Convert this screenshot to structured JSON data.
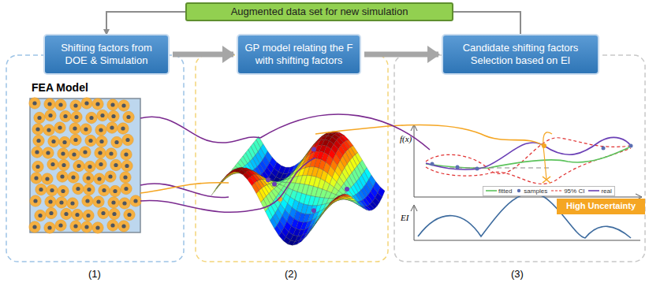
{
  "diagram": {
    "nodes": [
      {
        "text": [
          "Augmented data set for new simulation"
        ]
      },
      {
        "text": [
          "Shifting factors from DOE & Simulation"
        ]
      },
      {
        "text": [
          "GP model relating the F with shifting factors"
        ]
      },
      {
        "text": [
          "Candidate shifting factors Selection based on EI"
        ]
      },
      {
        "text": [
          "High Uncertainty"
        ]
      }
    ],
    "edges": [
      {
        "from": 3,
        "to": 0,
        "arrow": "none"
      },
      {
        "from": 0,
        "to": 1,
        "arrow": "to"
      },
      {
        "from": 1,
        "to": 2,
        "arrow": "to"
      },
      {
        "from": 2,
        "to": 3,
        "arrow": "to"
      }
    ],
    "labels": [
      "FEA Model",
      "f(x)",
      "EI",
      "(1)",
      "(2)",
      "(3)"
    ],
    "legend": [
      {
        "text": "fitted"
      },
      {
        "text": "samples"
      },
      {
        "text": "95% CI"
      },
      {
        "text": "real"
      }
    ]
  }
}
